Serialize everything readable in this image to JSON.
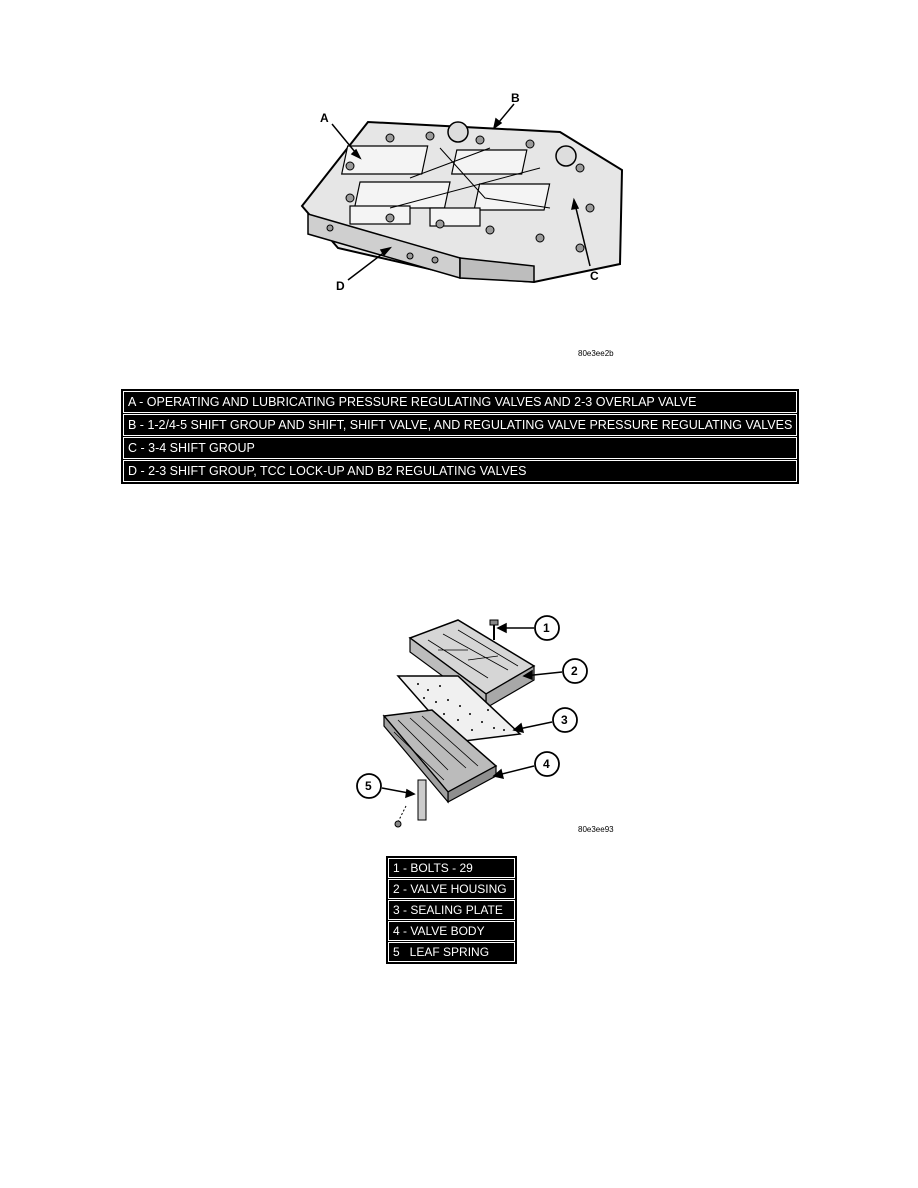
{
  "figure1": {
    "callouts": [
      "A",
      "B",
      "C",
      "D"
    ],
    "id": "80e3ee2b",
    "illustration": "valve-body-assembly-drawing"
  },
  "legend1": {
    "rows": [
      "A - OPERATING AND LUBRICATING PRESSURE REGULATING VALVES AND 2-3 OVERLAP VALVE",
      "B - 1-2/4-5 SHIFT GROUP AND SHIFT, SHIFT VALVE, AND REGULATING VALVE PRESSURE REGULATING VALVES",
      "C - 3-4 SHIFT GROUP",
      "D - 2-3 SHIFT GROUP, TCC LOCK-UP AND B2 REGULATING VALVES"
    ]
  },
  "figure2": {
    "callouts": [
      "1",
      "2",
      "3",
      "4",
      "5"
    ],
    "id": "80e3ee93",
    "illustration": "valve-body-exploded-view-drawing"
  },
  "legend2": {
    "rows": [
      "1 - BOLTS - 29",
      "2 - VALVE HOUSING",
      "3 - SEALING PLATE",
      "4 - VALVE BODY",
      "5   LEAF SPRING"
    ]
  }
}
